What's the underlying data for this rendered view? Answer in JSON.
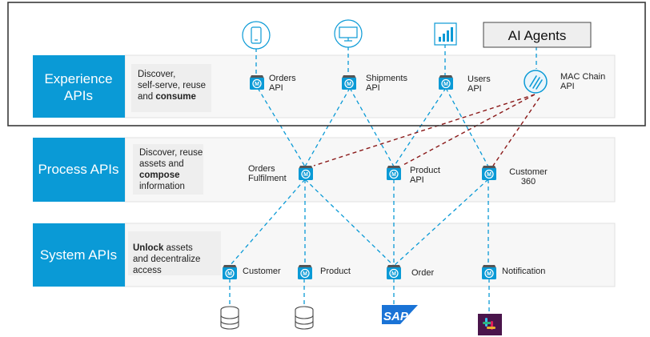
{
  "layers": {
    "experience": {
      "label_line1": "Experience",
      "label_line2": "APIs",
      "desc_line1": "Discover,",
      "desc_line2": "self-serve, reuse",
      "desc_line3_prefix": "and ",
      "desc_line3_bold": "consume"
    },
    "process": {
      "label": "Process APIs",
      "desc_line1": "Discover, reuse",
      "desc_line2": "assets and",
      "desc_line3_bold": "compose",
      "desc_line4": "information"
    },
    "system": {
      "label": "System APIs",
      "desc_line1_bold": "Unlock",
      "desc_line1_rest": " assets",
      "desc_line2": "and decentralize",
      "desc_line3": "access"
    }
  },
  "ai_agents": {
    "label": "AI Agents"
  },
  "experience_apis": [
    {
      "line1": "Orders",
      "line2": "API"
    },
    {
      "line1": "Shipments",
      "line2": "API"
    },
    {
      "line1": "Users",
      "line2": "API"
    },
    {
      "line1": "MAC Chain",
      "line2": "API"
    }
  ],
  "process_apis": [
    {
      "line1": "Orders",
      "line2": "Fulfilment"
    },
    {
      "line1": "Product",
      "line2": "API"
    },
    {
      "line1": "Customer",
      "line2": "360"
    }
  ],
  "system_apis": [
    {
      "label": "Customer"
    },
    {
      "label": "Product"
    },
    {
      "label": "Order"
    },
    {
      "label": "Notification"
    }
  ],
  "backends": {
    "sap_label": "SAP",
    "icons": [
      "database-icon",
      "database-icon",
      "sap-logo",
      "slack-logo"
    ]
  },
  "channel_icons": [
    "mobile-icon",
    "desktop-icon",
    "bar-chart-icon"
  ],
  "colors": {
    "brand_blue": "#0a9ad6",
    "panel_bg": "#f7f7f7",
    "desc_bg": "#eeeeee",
    "agent_link": "#8b1a1a",
    "frame": "#3a3a3a"
  }
}
